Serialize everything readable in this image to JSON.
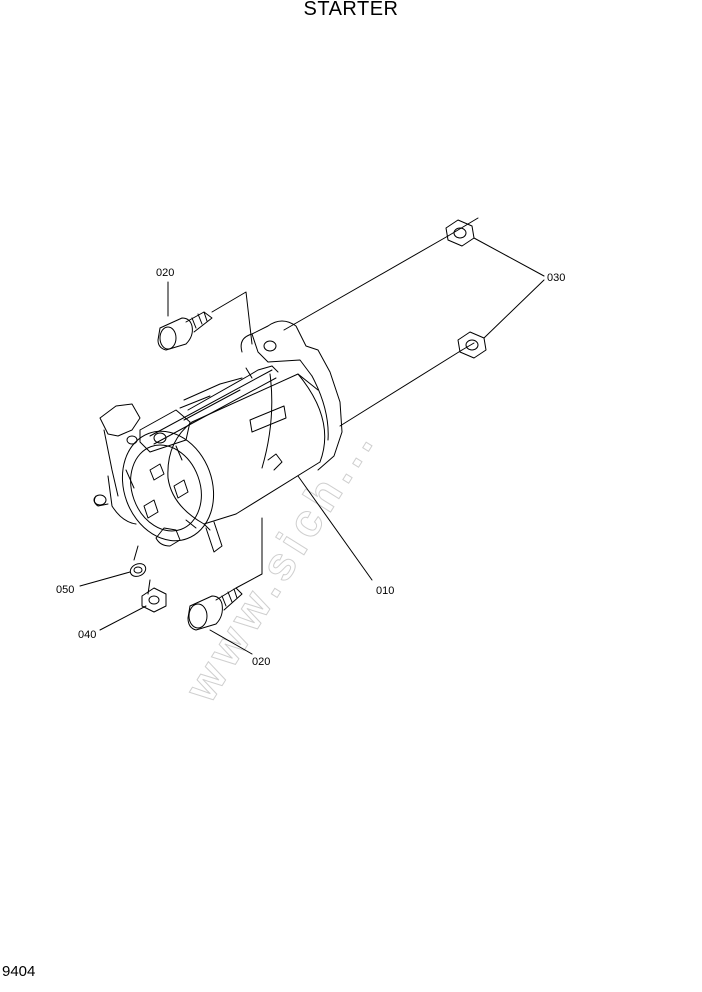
{
  "page": {
    "title": "STARTER",
    "page_number": "9404",
    "watermark": "www.sich..."
  },
  "callouts": [
    {
      "id": "c-020-top",
      "label": "020"
    },
    {
      "id": "c-030",
      "label": "030"
    },
    {
      "id": "c-010",
      "label": "010"
    },
    {
      "id": "c-050",
      "label": "050"
    },
    {
      "id": "c-040",
      "label": "040"
    },
    {
      "id": "c-020-bottom",
      "label": "020"
    }
  ]
}
